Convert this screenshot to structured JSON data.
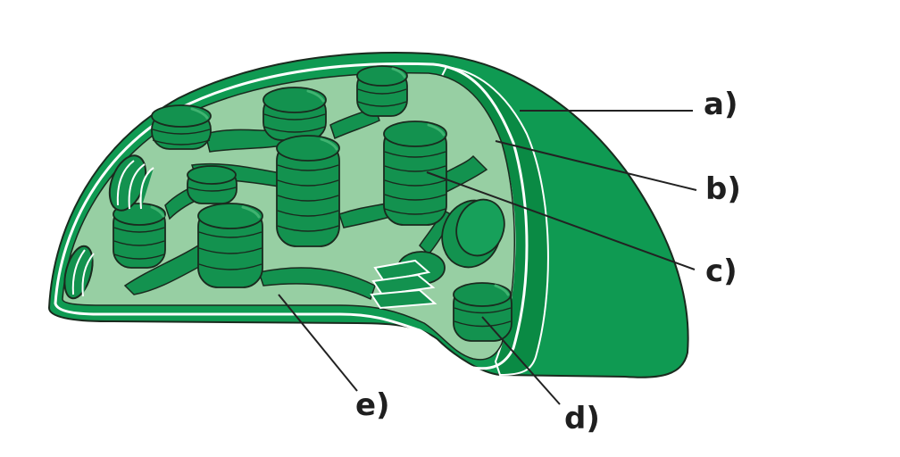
{
  "diagram": {
    "subject": "Chloroplast cross-section",
    "colors": {
      "outer_membrane": "#0f9a52",
      "intermembrane_band": "#0a8a44",
      "stroma": "#97cfa3",
      "thylakoid": "#13924f",
      "thylakoid_highlight": "#3fb370",
      "outline": "#1a2a1e",
      "leader_line": "#222222",
      "label_text": "#1f1f1f"
    },
    "labels": [
      {
        "id": "a",
        "text": "a)"
      },
      {
        "id": "b",
        "text": "b)"
      },
      {
        "id": "c",
        "text": "c)"
      },
      {
        "id": "d",
        "text": "d)"
      },
      {
        "id": "e",
        "text": "e)"
      }
    ]
  }
}
